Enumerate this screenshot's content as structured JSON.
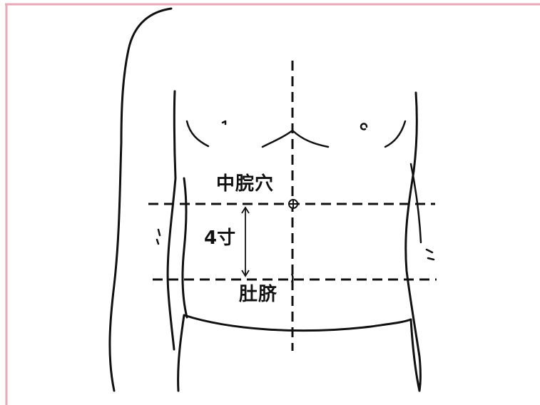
{
  "labels": {
    "acupoint": "中脘穴",
    "distance": "4寸",
    "navel": "肚脐"
  },
  "colors": {
    "border": "#e8a8b8",
    "ink": "#111111",
    "background": "#ffffff"
  }
}
